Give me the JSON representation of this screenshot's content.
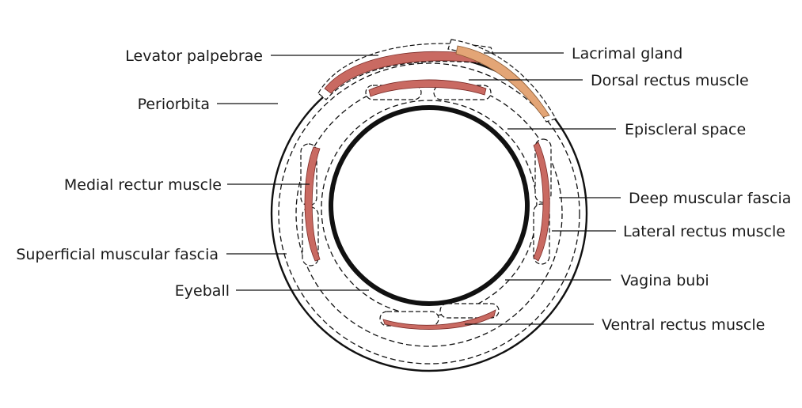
{
  "colors": {
    "muscle": "#c96a62",
    "muscle_outline": "#7a2a26",
    "gland": "#e3a576",
    "line": "#111111",
    "background": "#ffffff"
  },
  "labels": {
    "levator_palpebrae": "Levator palpebrae",
    "periorbita": "Periorbita",
    "medial_rectus": "Medial rectur muscle",
    "superficial_fascia": "Superficial muscular fascia",
    "eyeball": "Eyeball",
    "lacrimal_gland": "Lacrimal gland",
    "dorsal_rectus": "Dorsal rectus muscle",
    "episcleral_space": "Episcleral space",
    "deep_fascia": "Deep muscular fascia",
    "lateral_rectus": "Lateral rectus muscle",
    "vagina_bulbi": "Vagina bubi",
    "ventral_rectus": "Ventral rectus muscle"
  }
}
